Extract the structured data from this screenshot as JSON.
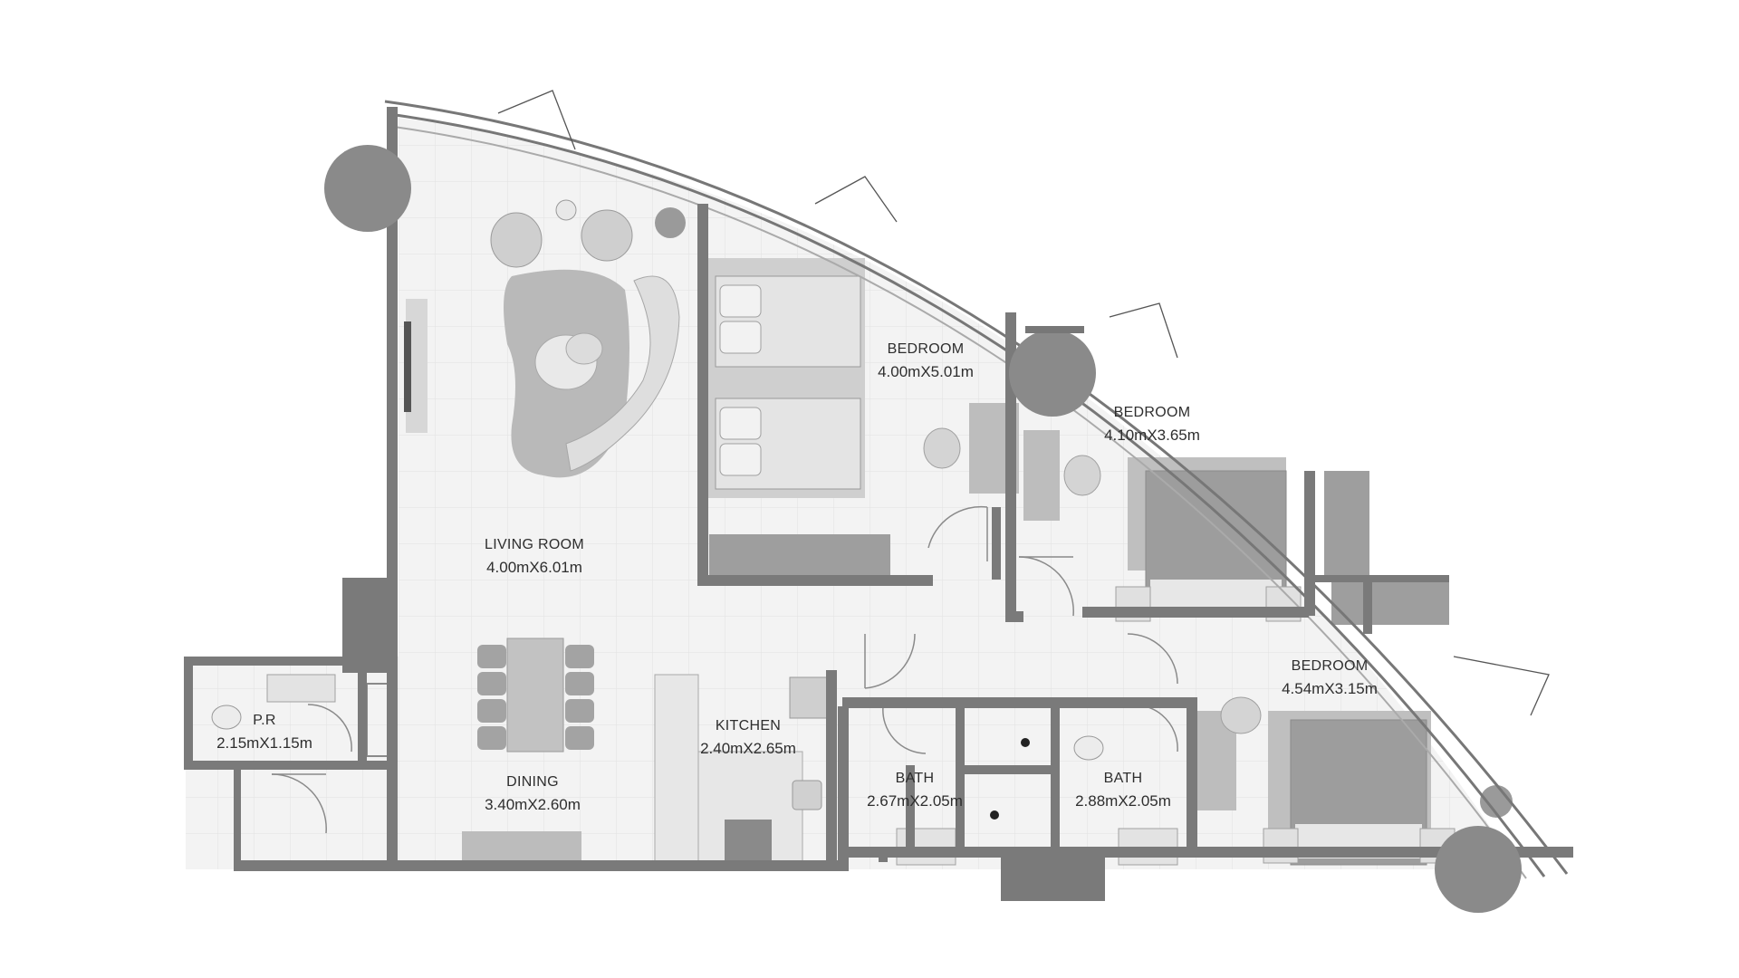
{
  "plan": {
    "rooms": [
      {
        "id": "living",
        "name": "LIVING ROOM",
        "dims": "4.00mX6.01m"
      },
      {
        "id": "bedroom1",
        "name": "BEDROOM",
        "dims": "4.00mX5.01m"
      },
      {
        "id": "bedroom2",
        "name": "BEDROOM",
        "dims": "4.10mX3.65m"
      },
      {
        "id": "bedroom3",
        "name": "BEDROOM",
        "dims": "4.54mX3.15m"
      },
      {
        "id": "pr",
        "name": "P.R",
        "dims": "2.15mX1.15m"
      },
      {
        "id": "kitchen",
        "name": "KITCHEN",
        "dims": "2.40mX2.65m"
      },
      {
        "id": "dining",
        "name": "DINING",
        "dims": "3.40mX2.60m"
      },
      {
        "id": "bath1",
        "name": "BATH",
        "dims": "2.67mX2.05m"
      },
      {
        "id": "bath2",
        "name": "BATH",
        "dims": "2.88mX2.05m"
      }
    ],
    "colors": {
      "floor": "#f3f3f3",
      "grid": "#e2e2e2",
      "wall": "#7a7a7a",
      "column": "#8a8a8a",
      "furniture_light": "#d9d9d9",
      "furniture_mid": "#b9b9b9",
      "text": "#2e2e2e"
    }
  }
}
